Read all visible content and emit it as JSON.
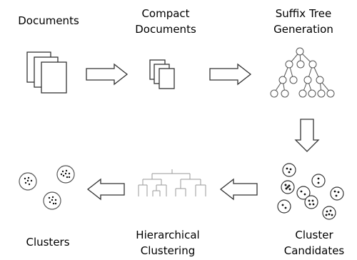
{
  "stages": {
    "documents": {
      "line1": "Documents"
    },
    "compact": {
      "line1": "Compact",
      "line2": "Documents"
    },
    "suffix_tree": {
      "line1": "Suffix Tree",
      "line2": "Generation"
    },
    "cluster_candidates": {
      "line1": "Cluster",
      "line2": "Candidates"
    },
    "hierarchical": {
      "line1": "Hierarchical",
      "line2": "Clustering"
    },
    "clusters": {
      "line1": "Clusters"
    }
  },
  "colors": {
    "stroke": "#333333",
    "dendrogram": "#9a9a9a",
    "dots": "#111111"
  }
}
